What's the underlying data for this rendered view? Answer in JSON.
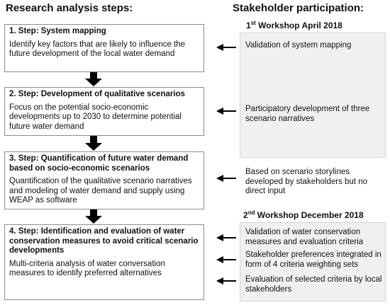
{
  "headers": {
    "left": "Research analysis steps:",
    "right": "Stakeholder participation:"
  },
  "steps": [
    {
      "title": "1. Step: System mapping",
      "body": "Identify key factors that are likely to influence the future development of the local water demand"
    },
    {
      "title": "2. Step: Development of qualitative scenarios",
      "body": "Focus on the potential socio-economic developments up to 2030 to determine potential future water demand"
    },
    {
      "title": "3. Step: Quantification of future water demand based on socio-economic scenarios",
      "body": "Quantification of the qualitative scenario narratives and modeling of water demand and supply using WEAP as software"
    },
    {
      "title": "4. Step: Identification and evaluation of water conservation measures to avoid critical scenario developments",
      "body": "Multi-criteria analysis of water conversation measures to identify preferred alternatives"
    }
  ],
  "workshops": [
    {
      "num": "1",
      "sup": "st",
      "rest": " Workshop April 2018"
    },
    {
      "num": "2",
      "sup": "nd",
      "rest": "  Workshop December 2018"
    }
  ],
  "participation": [
    "Validation of  system mapping",
    "Participatory development of three  scenario narratives",
    "Based on scenario storylines developed by stakeholders but no direct input",
    "Validation of water conservation measures and evaluation criteria",
    "Stakeholder preferences integrated in form of 4 criteria weighting sets",
    "Evaluation of selected criteria by local stakeholders"
  ],
  "colors": {
    "panel": "#f0f0f0",
    "box_border": "#8c8c8c",
    "arrow": "#000000"
  }
}
